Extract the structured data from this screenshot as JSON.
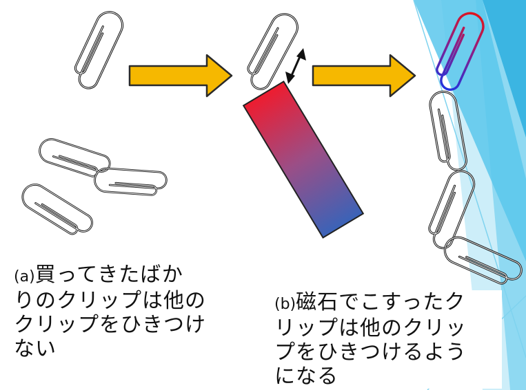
{
  "captions": {
    "a": {
      "marker": "(a)",
      "text": "買ってきたばか\nりのクリップは他の\nクリップをひきつけ\nない"
    },
    "b": {
      "marker": "(b)",
      "text": "磁石でこすったク\nリップは他のクリッ\nプをひきつけるよう\nになる"
    }
  },
  "colors": {
    "arrow_fill": "#F6B800",
    "arrow_stroke": "#2a2a2a",
    "magnet_red": "#EE1C2F",
    "magnet_blue": "#3A63B8",
    "magnetized_clip_red": "#E0141E",
    "magnetized_clip_blue": "#2233DD",
    "slide_accent": "#5BC7EC"
  },
  "icons": {
    "process_arrow": "right-arrow-icon",
    "rub_motion": "double-headed-arrow-icon",
    "clip": "paperclip-icon",
    "magnet": "bar-magnet-icon"
  }
}
